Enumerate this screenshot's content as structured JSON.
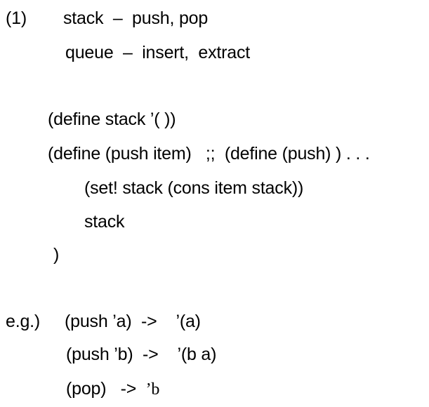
{
  "section_number": "(1)",
  "stack_line": "stack  –  push, pop",
  "queue_line": "queue  –  insert,  extract",
  "define_stack": "(define stack ’( ))",
  "define_push": "(define (push item)   ;;  (define (push) ) . . .",
  "set_stack": "(set! stack (cons item stack))",
  "stack_return": "stack",
  "close_paren": ")",
  "example_label": "e.g.)",
  "example_push_a": "(push ’a)  ->    ’(a)",
  "example_push_b": "(push ’b)  ->    ’(b a)",
  "example_pop": "(pop)   ->  ",
  "example_pop_result": "’b"
}
